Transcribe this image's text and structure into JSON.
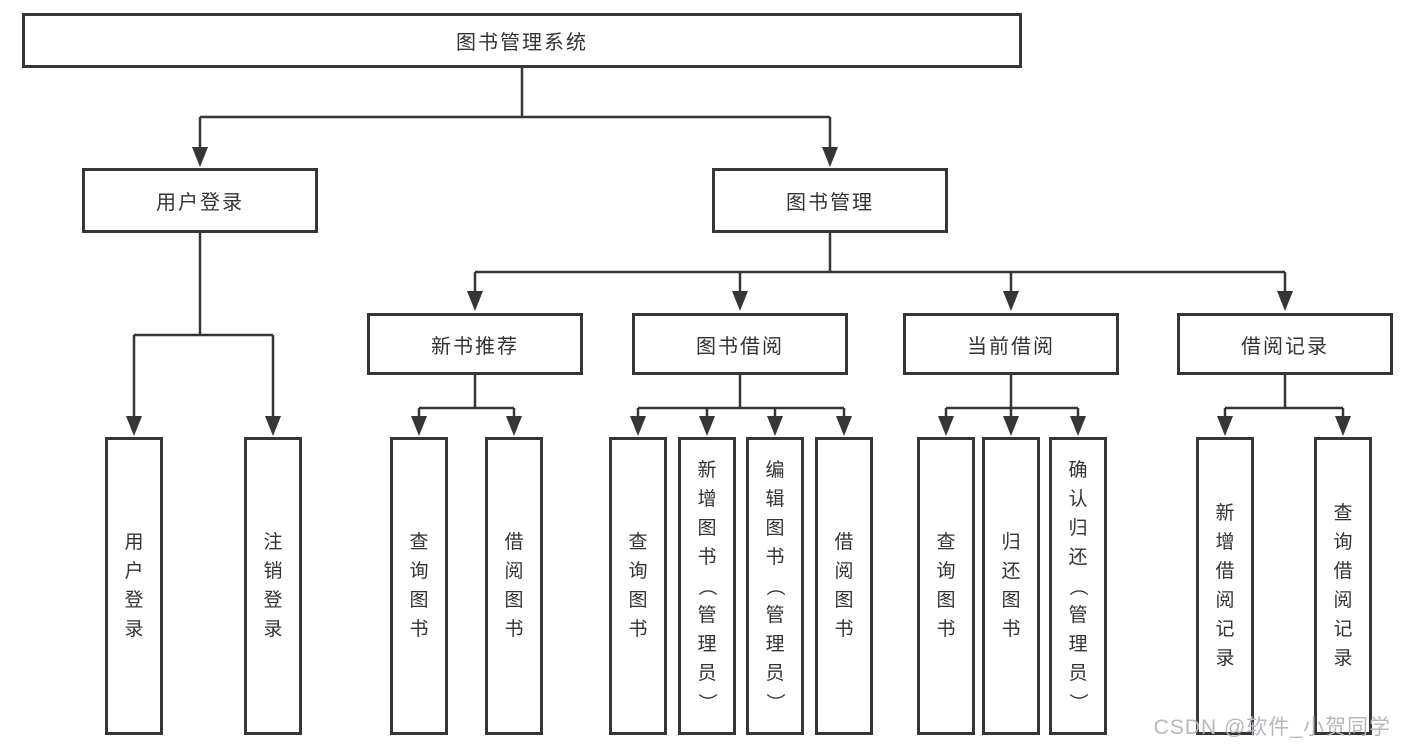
{
  "diagram": {
    "root": {
      "label": "图书管理系统"
    },
    "level2": [
      {
        "label": "用户登录"
      },
      {
        "label": "图书管理"
      }
    ],
    "level3": [
      {
        "label": "新书推荐"
      },
      {
        "label": "图书借阅"
      },
      {
        "label": "当前借阅"
      },
      {
        "label": "借阅记录"
      }
    ],
    "leaves": {
      "user_login": [
        "用户登录",
        "注销登录"
      ],
      "new_book": [
        "查询图书",
        "借阅图书"
      ],
      "book_borrow": [
        "查询图书",
        "新增图书（管理员）",
        "编辑图书（管理员）",
        "借阅图书"
      ],
      "current_borrow": [
        "查询图书",
        "归还图书",
        "确认归还（管理员）"
      ],
      "borrow_record": [
        "新增借阅记录",
        "查询借阅记录"
      ]
    }
  },
  "watermark": {
    "text": "CSDN @软件_小贺同学",
    "color": "#b5b8bd"
  },
  "colors": {
    "line": "#363636",
    "box_border": "#363636",
    "box_background": "#ffffff",
    "text": "#333333",
    "background": "#ffffff"
  }
}
